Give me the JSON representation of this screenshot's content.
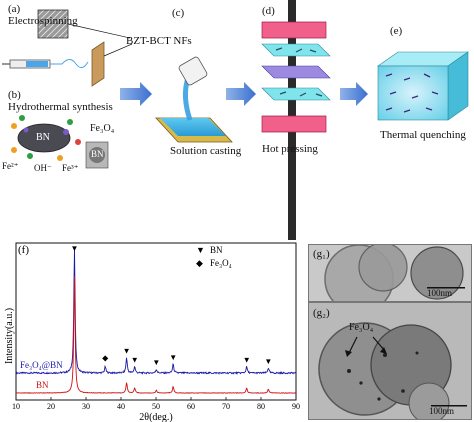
{
  "schematic": {
    "labels": {
      "a": "(a)",
      "electrospinning": "Electrospinning",
      "nf_label": "BZT-BCT NFs",
      "b": "(b)",
      "hydrothermal": "Hydrothermal synthesis",
      "c": "(c)",
      "solution_casting": "Solution casting",
      "d": "(d)",
      "hot_pressing": "Hot pressing",
      "e": "(e)",
      "thermal_quenching": "Thermal quenching",
      "bn": "BN",
      "bn_small": "BN",
      "fe3o4": "Fe₃O₄",
      "fe2": "Fe²⁺",
      "oh": "OH⁻",
      "fe3": "Fe³⁺"
    }
  },
  "chart_data": {
    "type": "line",
    "panel_label": "(f)",
    "xlabel": "2θ(deg.)",
    "ylabel": "Intensity(a.u.)",
    "xlim": [
      10,
      90
    ],
    "xticks": [
      10,
      20,
      30,
      40,
      50,
      60,
      70,
      80,
      90
    ],
    "legend": [
      {
        "symbol": "▼",
        "label": "BN"
      },
      {
        "symbol": "◆",
        "label": "Fe₃O₄"
      }
    ],
    "series": [
      {
        "name": "Fe₃O₄@BN",
        "color": "#1a1aaa",
        "peaks": [
          [
            26.7,
            0.97
          ],
          [
            35.5,
            0.05
          ],
          [
            41.6,
            0.12
          ],
          [
            43.9,
            0.05
          ],
          [
            50.1,
            0.03
          ],
          [
            54.9,
            0.07
          ],
          [
            75.9,
            0.05
          ],
          [
            82.1,
            0.04
          ]
        ]
      },
      {
        "name": "BN",
        "color": "#d01010",
        "peaks": [
          [
            26.7,
            0.92
          ],
          [
            41.6,
            0.08
          ],
          [
            43.9,
            0.04
          ],
          [
            50.1,
            0.02
          ],
          [
            54.9,
            0.05
          ],
          [
            75.9,
            0.04
          ],
          [
            82.1,
            0.03
          ]
        ]
      }
    ],
    "bn_markers": [
      26.7,
      41.6,
      43.9,
      50.1,
      54.9,
      75.9,
      82.1
    ],
    "fe3o4_markers": [
      35.5
    ]
  },
  "tem": {
    "g1": {
      "label": "(g₁)",
      "scale": "100nm"
    },
    "g2": {
      "label": "(g₂)",
      "scale": "100nm",
      "annotation": "Fe₃O₄"
    }
  }
}
